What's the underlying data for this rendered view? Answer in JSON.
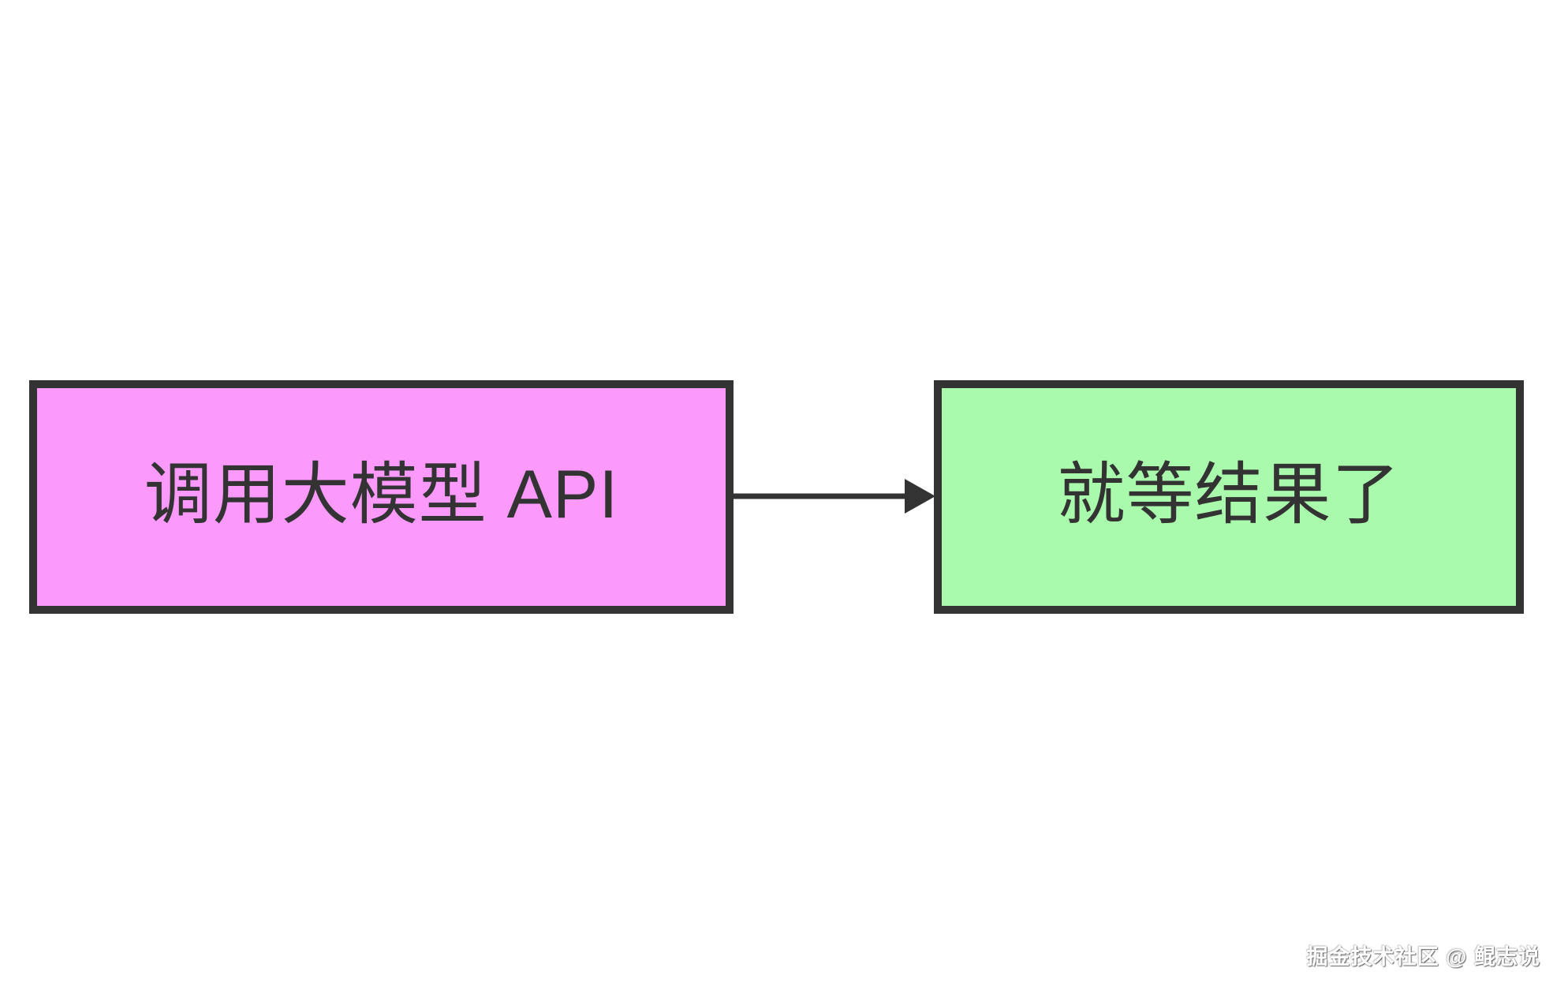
{
  "diagram": {
    "type": "flowchart",
    "direction": "left-to-right",
    "background_color": "#ffffff",
    "stroke_color": "#333333",
    "text_color": "#333333",
    "nodes": [
      {
        "id": "call-api",
        "label": "调用大模型 API",
        "fill": "#FC9AFC",
        "shape": "rectangle"
      },
      {
        "id": "wait-result",
        "label": "就等结果了",
        "fill": "#AAFAAD",
        "shape": "rectangle"
      }
    ],
    "edges": [
      {
        "from": "call-api",
        "to": "wait-result",
        "style": "solid",
        "arrowhead": "filled-triangle",
        "label": ""
      }
    ]
  },
  "watermark": {
    "text": "掘金技术社区 @ 鲲志说"
  }
}
